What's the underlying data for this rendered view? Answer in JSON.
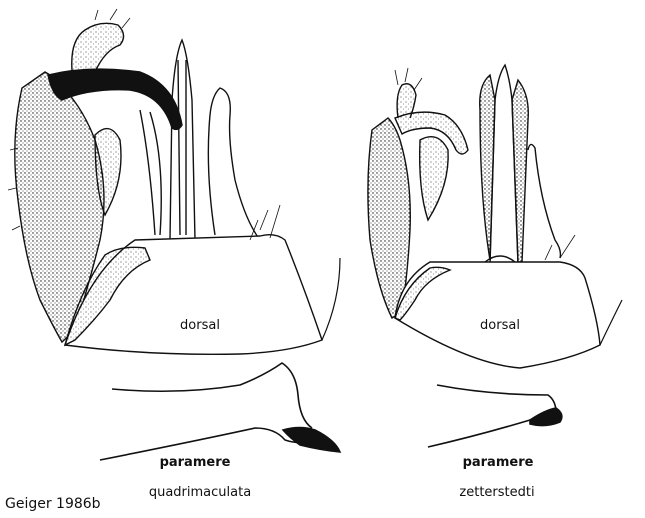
{
  "figure": {
    "credit": "Geiger 1986b",
    "panels": [
      {
        "species": "quadrimaculata",
        "view_label": "dorsal",
        "part_label": "paramere"
      },
      {
        "species": "zetterstedti",
        "view_label": "dorsal",
        "part_label": "paramere"
      }
    ]
  },
  "colors": {
    "ink": "#111111",
    "background": "#ffffff"
  }
}
